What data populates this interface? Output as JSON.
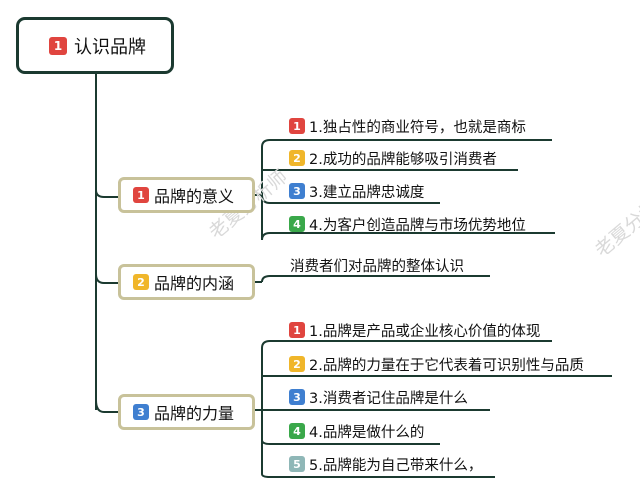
{
  "colors": {
    "badge_1": "#e0453f",
    "badge_2": "#f0b62a",
    "badge_3": "#3f7fd0",
    "badge_4": "#3aa84a",
    "badge_5": "#8fb7b7",
    "root_border": "#1b3a30",
    "branch_border": "#c8c29a",
    "line": "#1b3a30"
  },
  "root": {
    "badge": "1",
    "label": "认识品牌"
  },
  "branches": [
    {
      "badge": "1",
      "label": "品牌的意义",
      "leaves": [
        {
          "badge": "1",
          "text": "1.独占性的商业符号，也就是商标"
        },
        {
          "badge": "2",
          "text": "2.成功的品牌能够吸引消费者"
        },
        {
          "badge": "3",
          "text": "3.建立品牌忠诚度"
        },
        {
          "badge": "4",
          "text": "4.为客户创造品牌与市场优势地位"
        }
      ]
    },
    {
      "badge": "2",
      "label": "品牌的内涵",
      "leaves": [
        {
          "badge": "",
          "text": "消费者们对品牌的整体认识"
        }
      ]
    },
    {
      "badge": "3",
      "label": "品牌的力量",
      "leaves": [
        {
          "badge": "1",
          "text": "1.品牌是产品或企业核心价值的体现"
        },
        {
          "badge": "2",
          "text": "2.品牌的力量在于它代表着可识别性与品质"
        },
        {
          "badge": "3",
          "text": "3.消费者记住品牌是什么"
        },
        {
          "badge": "4",
          "text": "4.品牌是做什么的"
        },
        {
          "badge": "5",
          "text": "5.品牌能为自己带来什么，"
        }
      ]
    }
  ],
  "watermark": {
    "text": "老夏分析师"
  }
}
